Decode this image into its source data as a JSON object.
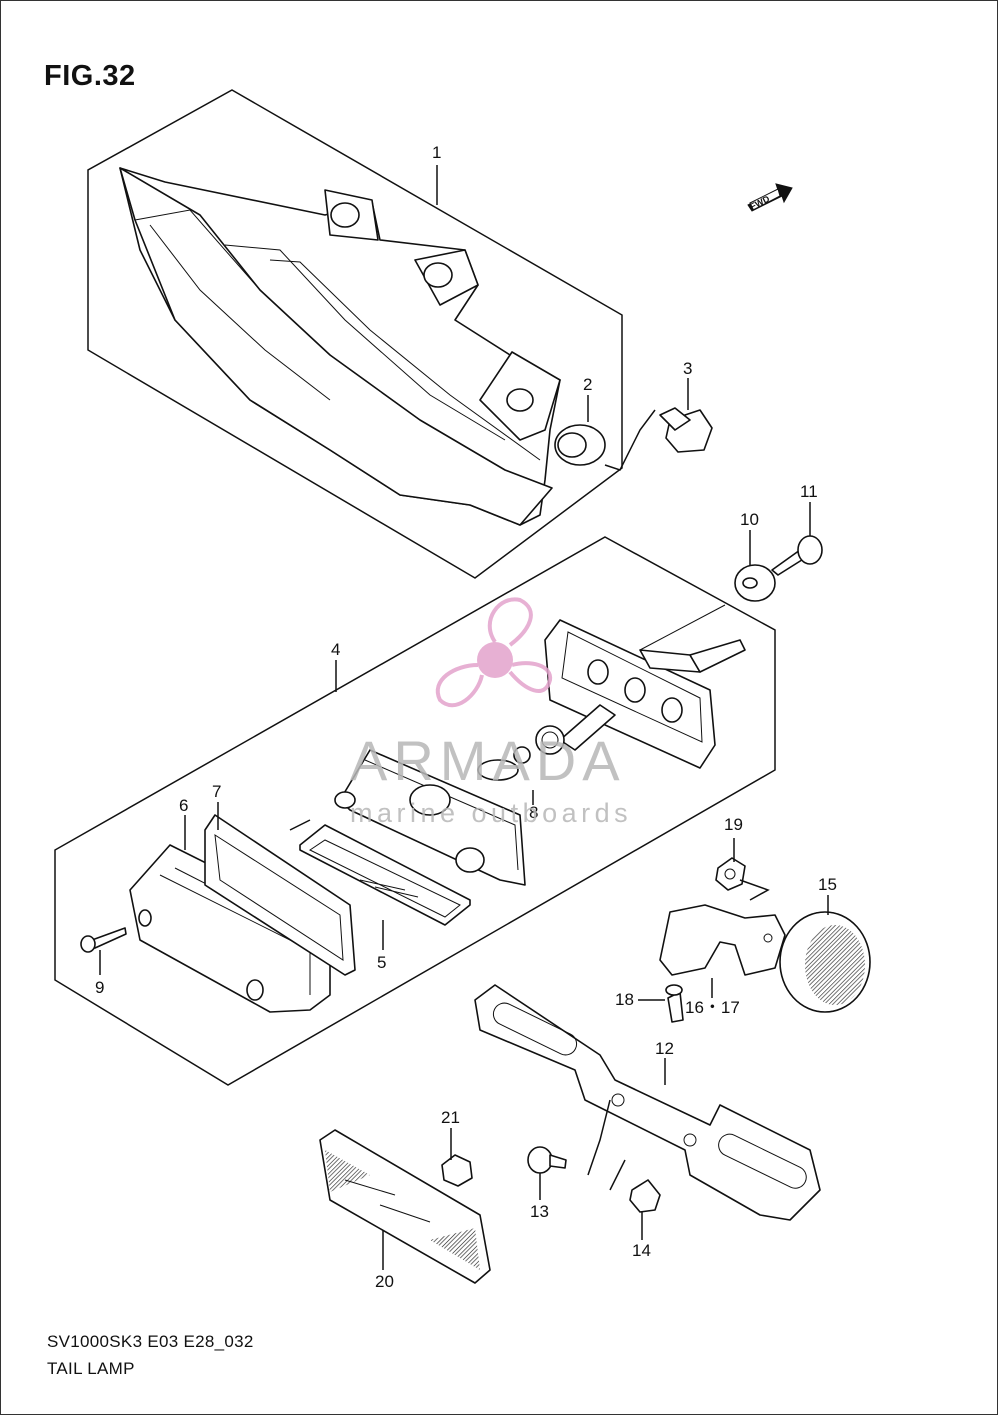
{
  "figure": {
    "title": "FIG.32",
    "model_code": "SV1000SK3 E03 E28_032",
    "caption": "TAIL LAMP",
    "fwd_label": "FWD"
  },
  "watermark": {
    "brand": "ARMADA",
    "tagline": "marine outboards",
    "logo": "propeller-icon",
    "color": "#e3a3cc"
  },
  "callouts": [
    {
      "id": "1",
      "label": "1"
    },
    {
      "id": "2",
      "label": "2"
    },
    {
      "id": "3",
      "label": "3"
    },
    {
      "id": "4",
      "label": "4"
    },
    {
      "id": "5",
      "label": "5"
    },
    {
      "id": "6",
      "label": "6"
    },
    {
      "id": "7",
      "label": "7"
    },
    {
      "id": "8",
      "label": "8"
    },
    {
      "id": "9",
      "label": "9"
    },
    {
      "id": "10",
      "label": "10"
    },
    {
      "id": "11",
      "label": "11"
    },
    {
      "id": "12",
      "label": "12"
    },
    {
      "id": "13",
      "label": "13"
    },
    {
      "id": "14",
      "label": "14"
    },
    {
      "id": "15",
      "label": "15"
    },
    {
      "id": "16-17",
      "label": "16・17"
    },
    {
      "id": "18",
      "label": "18"
    },
    {
      "id": "19",
      "label": "19"
    },
    {
      "id": "20",
      "label": "20"
    },
    {
      "id": "21",
      "label": "21"
    }
  ]
}
